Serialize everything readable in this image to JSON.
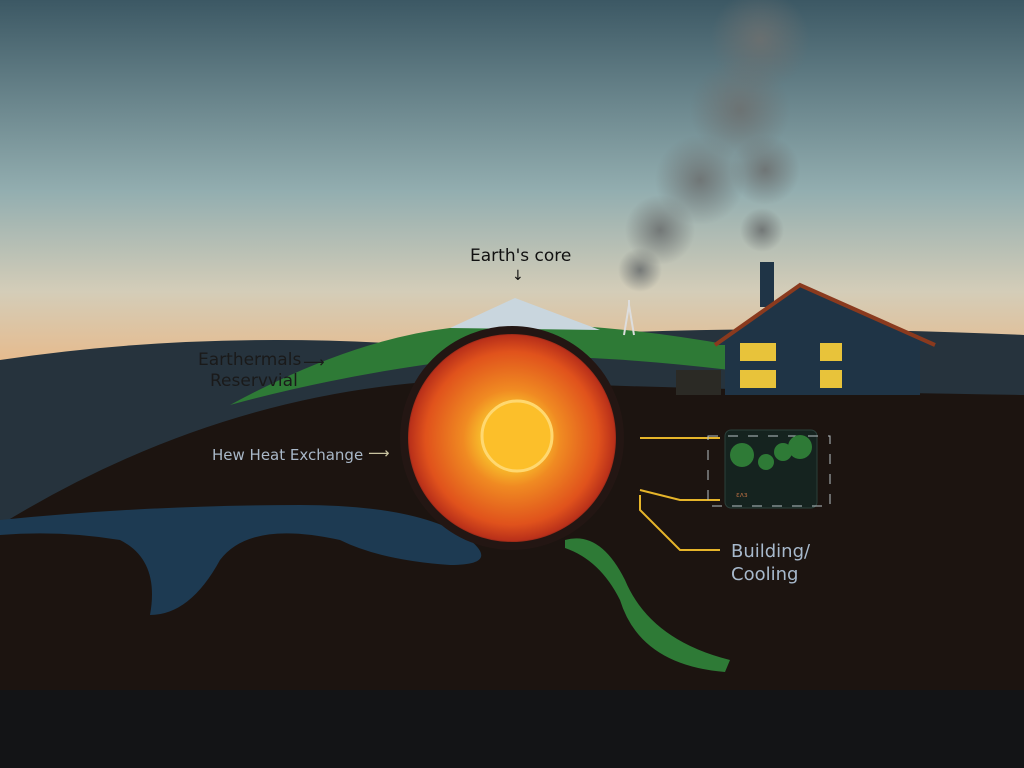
{
  "labels": {
    "core": "Earth's core",
    "core_arrow": "↓",
    "reservoir_line1": "Earthermals",
    "reservoir_line2": "Reservvial",
    "reservoir_arrow": "⟶",
    "heat_exchange": "Hew Heat Exchange",
    "heat_exchange_arrow": "⟶",
    "building_line1": "Building/",
    "building_line2": "Cooling",
    "mini_panel_text": "ɛʌɜ"
  },
  "colors": {
    "core_center": "#f7b52a",
    "core_outer": "#e0521c",
    "ground": "#1c1410",
    "grass": "#2e7a36",
    "water": "#1d3a52",
    "pipe": "#e6b52a",
    "house": "#1f3446",
    "roof": "#8a3a1e",
    "window": "#e8c33a"
  }
}
